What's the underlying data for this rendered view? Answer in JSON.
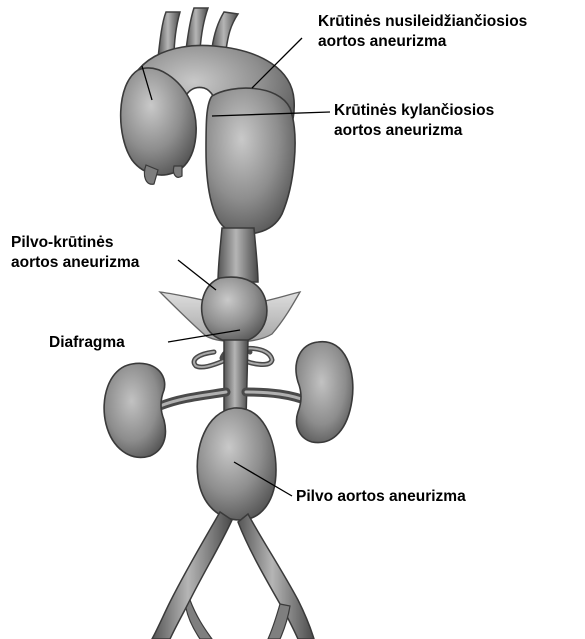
{
  "labels": {
    "descending_thoracic": {
      "line1": "Krūtinės nusileidžiančiosios",
      "line2": "aortos aneurizma"
    },
    "ascending_thoracic": {
      "line1": "Krūtinės kylančiosios",
      "line2": "aortos aneurizma"
    },
    "thoracoabdominal": {
      "line1": "Pilvo-krūtinės",
      "line2": "aortos aneurizma"
    },
    "diaphragm": {
      "line1": "Diafragma"
    },
    "abdominal": {
      "line1": "Pilvo aortos aneurizma"
    }
  },
  "colors": {
    "vessel_fill": "#8f8f8f",
    "vessel_dark": "#4a4a4a",
    "kidney_fill": "#9a9a9a",
    "diaphragm_fill": "#c4c4c4",
    "leader_line": "#000000",
    "text": "#000000"
  }
}
